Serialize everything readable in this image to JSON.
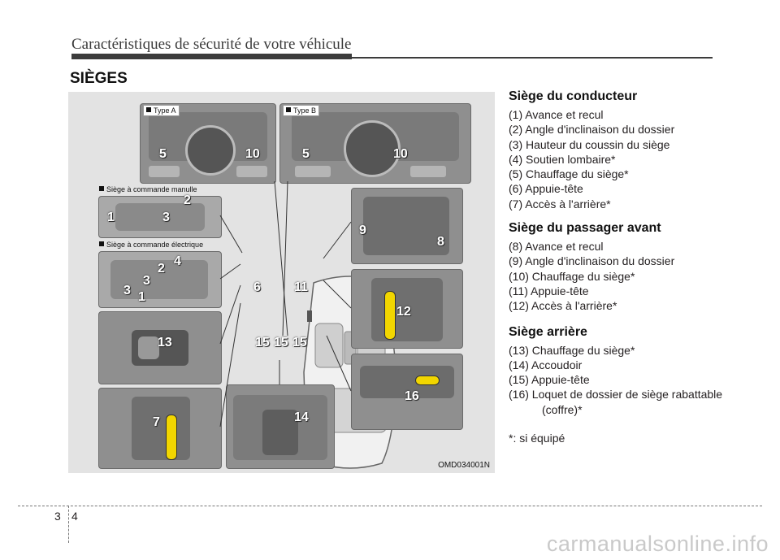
{
  "header": {
    "chapter_title": "Caractéristiques de sécurité de votre véhicule",
    "section_title": "SIÈGES"
  },
  "figure": {
    "code": "OMD034001N",
    "labels": {
      "type_a": "Type A",
      "type_b": "Type B",
      "manual": "Siège à commande manulle",
      "electric": "Siège à commande électrique"
    },
    "callouts": {
      "c1a": "1",
      "c2a": "2",
      "c3a": "3",
      "c4": "4",
      "c2b": "2",
      "c3b": "3",
      "c3c": "3",
      "c1b": "1",
      "c5a": "5",
      "c10a": "10",
      "c5b": "5",
      "c10b": "10",
      "c6": "6",
      "c11": "11",
      "c15a": "15",
      "c15b": "15",
      "c15c": "15",
      "c9": "9",
      "c8": "8",
      "c12": "12",
      "c13": "13",
      "c16": "16",
      "c7": "7",
      "c14": "14"
    }
  },
  "driver_seat": {
    "title": "Siège du conducteur",
    "items": [
      "(1) Avance et recul",
      "(2) Angle d'inclinaison du dossier",
      "(3) Hauteur du coussin du siège",
      "(4) Soutien lombaire*",
      "(5) Chauffage du siège*",
      "(6) Appuie-tête",
      "(7) Accès à l'arrière*"
    ]
  },
  "passenger_seat": {
    "title": "Siège du passager avant",
    "items": [
      "(8) Avance et recul",
      "(9) Angle d'inclinaison du dossier",
      "(10) Chauffage du siège*",
      "(11) Appuie-tête",
      "(12) Accès à l'arrière*"
    ]
  },
  "rear_seat": {
    "title": "Siège arrière",
    "items": [
      "(13) Chauffage du siège*",
      "(14) Accoudoir",
      "(15) Appuie-tête",
      "(16) Loquet de dossier de siège rabattable (coffre)*"
    ]
  },
  "note": "*: si équipé",
  "footer": {
    "chapter_number": "3",
    "page_number": "4",
    "watermark": "carmanualsonline.info"
  }
}
